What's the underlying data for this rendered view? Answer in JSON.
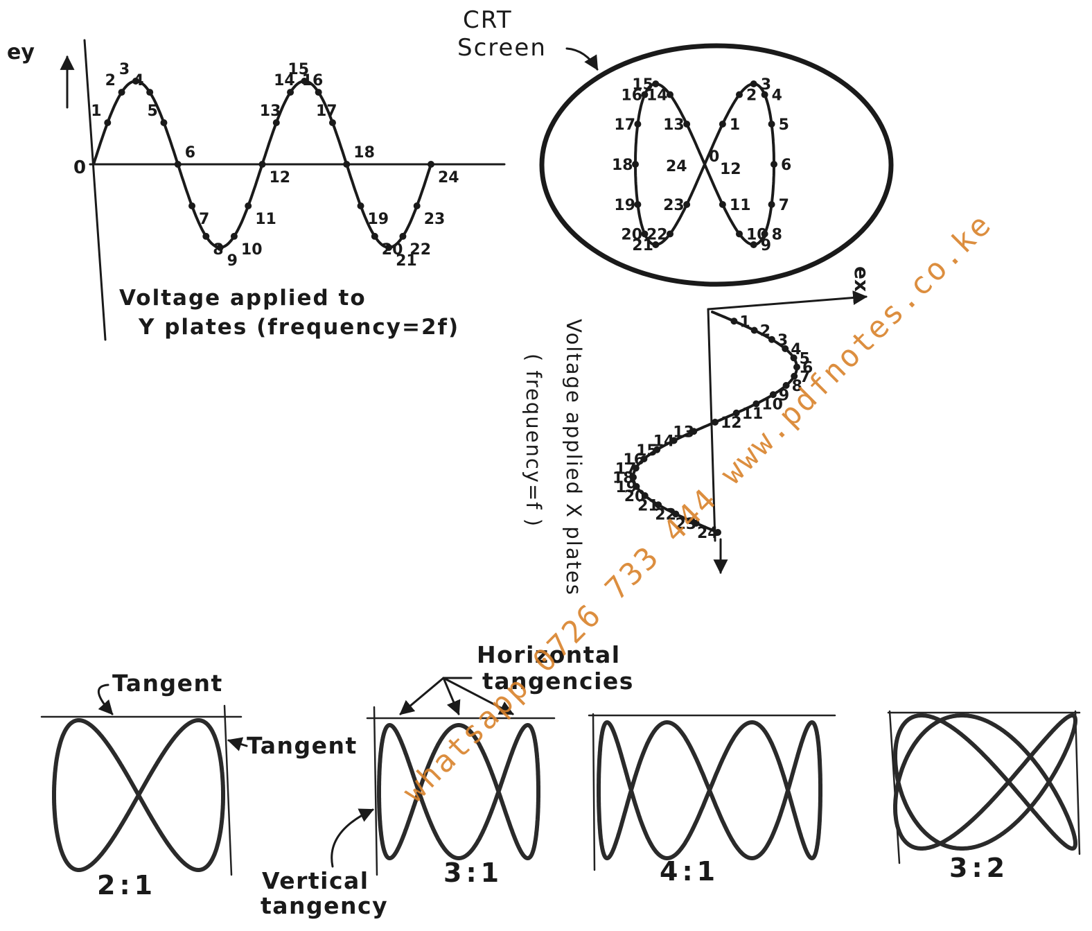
{
  "y_plot": {
    "axis_label": "ey",
    "origin_label": "0",
    "caption_line1": "Voltage applied to",
    "caption_line2": "Y plates (frequency=2f)",
    "points": [
      "1",
      "2",
      "3",
      "4",
      "5",
      "6",
      "7",
      "8",
      "9",
      "10",
      "11",
      "12",
      "13",
      "14",
      "15",
      "16",
      "17",
      "18",
      "19",
      "20",
      "21",
      "22",
      "23",
      "24"
    ]
  },
  "crt": {
    "title_line1": "CRT",
    "title_line2": "Screen",
    "center_labels": [
      "0",
      "12",
      "24"
    ],
    "points": [
      "1",
      "2",
      "3",
      "4",
      "5",
      "6",
      "7",
      "8",
      "9",
      "10",
      "11",
      "13",
      "14",
      "15",
      "16",
      "17",
      "18",
      "19",
      "20",
      "21",
      "22",
      "23"
    ]
  },
  "x_plot": {
    "axis_label": "ex",
    "caption_line1": "Voltage applied X plates",
    "caption_line2": "( frequency=f )",
    "points": [
      "1",
      "2",
      "3",
      "4",
      "5",
      "6",
      "7",
      "8",
      "9",
      "10",
      "11",
      "12",
      "13",
      "14",
      "15",
      "16",
      "17",
      "18",
      "19",
      "20",
      "21",
      "22",
      "23",
      "24"
    ]
  },
  "figures": {
    "tangent_top": "Tangent",
    "tangent_side": "Tangent",
    "horizontal_line1": "Horizontal",
    "horizontal_line2": "tangencies",
    "vertical_line1": "Vertical",
    "vertical_line2": "tangency",
    "ratios": [
      "2:1",
      "3:1",
      "4:1",
      "3:2"
    ]
  },
  "watermark": "whatsapp 0726 733 444 www.pdfnotes.co.ke"
}
